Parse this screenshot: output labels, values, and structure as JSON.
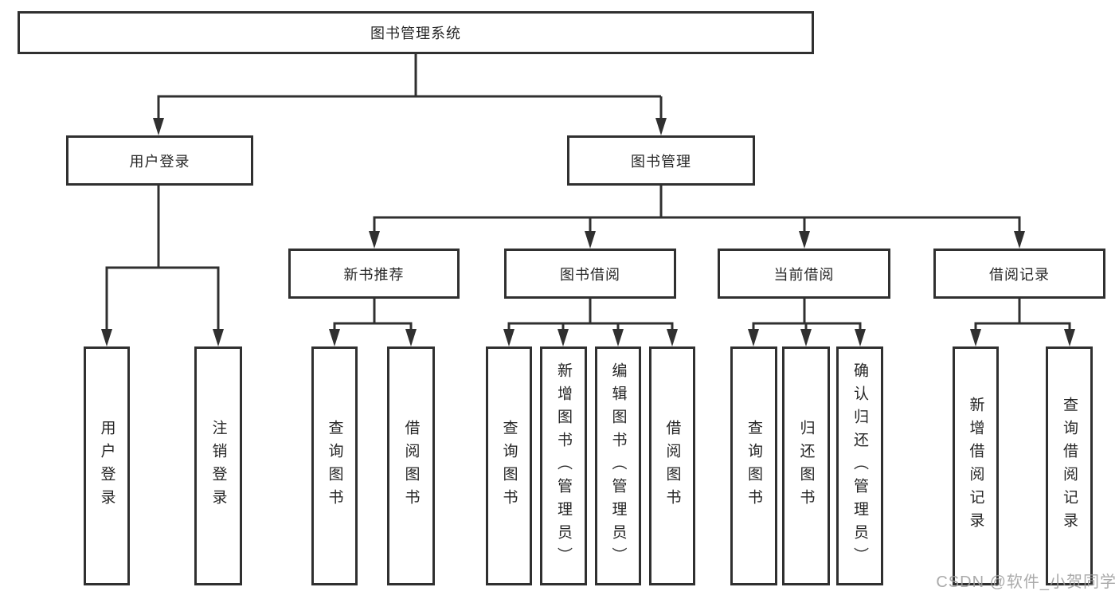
{
  "root": {
    "label": "图书管理系统"
  },
  "branches": {
    "user_login": {
      "label": "用户登录",
      "children": [
        "用户登录",
        "注销登录"
      ]
    },
    "book_mgmt": {
      "label": "图书管理",
      "sections": [
        {
          "label": "新书推荐",
          "children": [
            "查询图书",
            "借阅图书"
          ]
        },
        {
          "label": "图书借阅",
          "children": [
            "查询图书",
            "新增图书（管理员）",
            "编辑图书（管理员）",
            "借阅图书"
          ]
        },
        {
          "label": "当前借阅",
          "children": [
            "查询图书",
            "归还图书",
            "确认归还（管理员）"
          ]
        },
        {
          "label": "借阅记录",
          "children": [
            "新增借阅记录",
            "查询借阅记录"
          ]
        }
      ]
    }
  },
  "watermark": {
    "text": "CSDN @软件_小贺同学"
  },
  "colors": {
    "line": "#303030",
    "box_border": "#303030",
    "text": "#262626",
    "watermark": "#9e9e9e",
    "background": "#ffffff"
  }
}
